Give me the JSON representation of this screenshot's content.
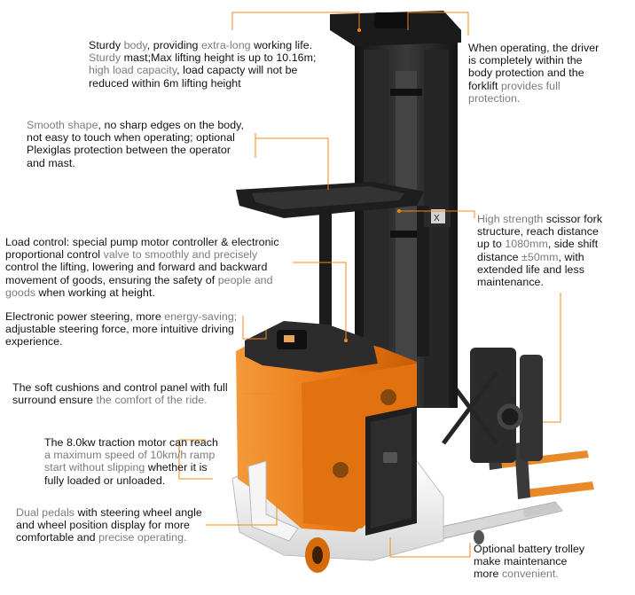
{
  "annotations": {
    "body": [
      [
        [
          "dk",
          "Sturdy "
        ],
        [
          "lt",
          "body"
        ],
        [
          "dk",
          ", providing "
        ],
        [
          "lt",
          "extra-long"
        ],
        [
          "dk",
          " working life."
        ]
      ],
      [
        [
          "lt",
          "Sturdy "
        ],
        [
          "dk",
          "mast;Max lifting height is up to 10.16m;"
        ]
      ],
      [
        [
          "lt",
          "high load capacity"
        ],
        [
          "dk",
          ", load capacty will not be"
        ]
      ],
      [
        [
          "dk",
          "reduced within 6m lifting height"
        ]
      ]
    ],
    "driver": [
      [
        [
          "dk",
          "When operating, the driver"
        ]
      ],
      [
        [
          "dk",
          "is completely within the"
        ]
      ],
      [
        [
          "dk",
          "body protection and the"
        ]
      ],
      [
        [
          "dk",
          "forklift "
        ],
        [
          "lt",
          "provides full"
        ]
      ],
      [
        [
          "lt",
          "protection."
        ]
      ]
    ],
    "shape": [
      [
        [
          "lt",
          "Smooth shape"
        ],
        [
          "dk",
          ", no sharp edges on the body,"
        ]
      ],
      [
        [
          "dk",
          "not easy to touch when operating; optional"
        ]
      ],
      [
        [
          "dk",
          "Plexiglas protection between the operator"
        ]
      ],
      [
        [
          "dk",
          "and mast."
        ]
      ]
    ],
    "fork": [
      [
        [
          "lt",
          "High strength "
        ],
        [
          "dk",
          "scissor fork"
        ]
      ],
      [
        [
          "dk",
          "structure, reach distance"
        ]
      ],
      [
        [
          "dk",
          "up to "
        ],
        [
          "lt",
          "1080mm"
        ],
        [
          "dk",
          ", side shift"
        ]
      ],
      [
        [
          "dk",
          "distance "
        ],
        [
          "lt",
          "±50mm"
        ],
        [
          "dk",
          ", with"
        ]
      ],
      [
        [
          "dk",
          "extended life and less"
        ]
      ],
      [
        [
          "dk",
          "maintenance."
        ]
      ]
    ],
    "load": [
      [
        [
          "dk",
          "Load control: special pump motor controller & electronic"
        ]
      ],
      [
        [
          "dk",
          "proportional control "
        ],
        [
          "lt",
          "valve to smoothly and precisely"
        ]
      ],
      [
        [
          "dk",
          "control the lifting, lowering and forward and backward"
        ]
      ],
      [
        [
          "dk",
          "movement of goods, ensuring the safety of "
        ],
        [
          "lt",
          "people and"
        ]
      ],
      [
        [
          "lt",
          "goods "
        ],
        [
          "dk",
          "when working at height."
        ]
      ]
    ],
    "steering": [
      [
        [
          "dk",
          "Electronic power steering, more "
        ],
        [
          "lt",
          "energy-saving;"
        ]
      ],
      [
        [
          "dk",
          "adjustable steering force, more intuitive driving"
        ]
      ],
      [
        [
          "dk",
          "experience."
        ]
      ]
    ],
    "cushion": [
      [
        [
          "dk",
          "The soft cushions and control panel with full"
        ]
      ],
      [
        [
          "dk",
          "surround ensure "
        ],
        [
          "lt",
          "the comfort of the ride."
        ]
      ]
    ],
    "motor": [
      [
        [
          "dk",
          "The 8.0kw traction motor can reach"
        ]
      ],
      [
        [
          "lt",
          "a maximum speed of 10km/h ramp"
        ]
      ],
      [
        [
          "lt",
          "start without slipping "
        ],
        [
          "dk",
          "whether it is"
        ]
      ],
      [
        [
          "dk",
          "fully loaded or unloaded."
        ]
      ]
    ],
    "pedals": [
      [
        [
          "lt",
          "Dual pedals "
        ],
        [
          "dk",
          "with steering wheel angle"
        ]
      ],
      [
        [
          "dk",
          "and wheel position display for more"
        ]
      ],
      [
        [
          "dk",
          "comfortable and "
        ],
        [
          "lt",
          "precise operating."
        ]
      ]
    ],
    "battery": [
      [
        [
          "dk",
          "Optional battery trolley"
        ]
      ],
      [
        [
          "dk",
          "make maintenance"
        ]
      ],
      [
        [
          "dk",
          "more "
        ],
        [
          "lt",
          "convenient."
        ]
      ]
    ]
  },
  "colors": {
    "leader": "#f08a1c",
    "truck_orange": "#ec7b1a",
    "mast_dark": "#1e1e1e",
    "body_white": "#efefef"
  },
  "icons": {
    "brand_logo": "brand-logo-icon"
  }
}
